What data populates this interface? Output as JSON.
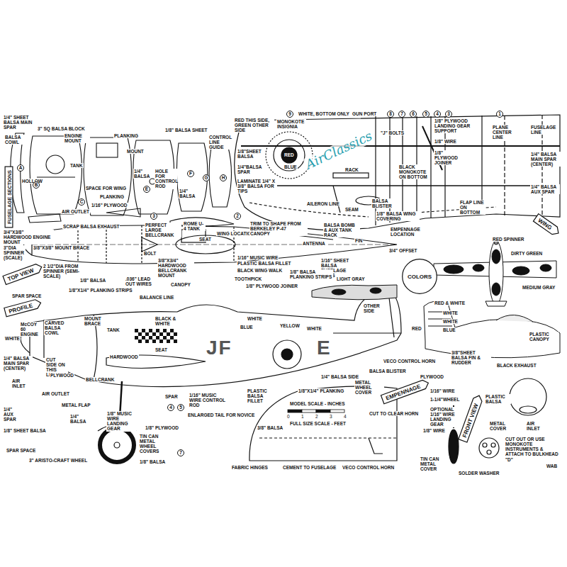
{
  "diagram": {
    "nodes": [
      {
        "text": [
          "FUSELAGE SECTIONS"
        ]
      },
      {
        "text": [
          "WING"
        ]
      },
      {
        "text": [
          "TOP VIEW"
        ]
      },
      {
        "text": [
          "PROFILE"
        ]
      },
      {
        "text": [
          "COLORS"
        ]
      },
      {
        "text": [
          "EMPENNAGE"
        ]
      },
      {
        "text": [
          "FRONT VIEW"
        ]
      }
    ],
    "labels": [
      "1/4\" SHEET BALSA MAIN SPAR",
      "BALSA COWL",
      "3\" SQ BALSA BLOCK",
      "ENGINE MOUNT",
      "PLANKING",
      "MOUNT",
      "1/8\" BALSA SHEET",
      "CONTROL LINE GUIDE",
      "TANK",
      "1/4\" BALSA",
      "HOLE FOR CONTROL ROD",
      "HOLLOW",
      "SPACE FOR WING",
      "PLANKING",
      "1/16\" PLYWOOD",
      "AIR OUTLET",
      "SCRAP BALSA EXHAUST",
      "1/4\" BALSA",
      "WING LOCATION",
      "A",
      "B",
      "C",
      "E",
      "F",
      "G",
      "H",
      "3",
      "2",
      "RED THIS SIDE, GREEN OTHER SIDE",
      "MONOKOTE INSIGNIA",
      "9",
      "WHITE, BOTTOM ONLY",
      "GUN PORT",
      "8",
      "7",
      "6",
      "5",
      "4",
      "3",
      "1",
      "1/8\"SHEET BALSA",
      "RED",
      "BLUE",
      "1/4\"BALSA SPAR",
      "LAMINATE 1/4\" X 3/8\" BALSA FOR TIPS",
      "AILERON LINE",
      "RACK",
      "\"J\" BOLTS",
      "SEAM",
      "BALSA BLISTER",
      "1/8\" PLYWOOD LANDING GEAR SUPPORT",
      "1/8\" WIRE",
      "1/8\" PLYWOOD JOINER",
      "BLACK MONOKOTE ON BOTTOM",
      "PLANE CENTER LINE",
      "FUSELAGE LINE",
      "1/4\" BALSA MAIN SPAR (CENTER)",
      "1/4\" BALSA AUX SPAR",
      "FLAP LINE ON BOTTOM",
      "1/8\" BALSA WING COVERING",
      "3/4\"X3/8\" HARDWOOD ENGINE MOUNT",
      "3/8\"X3/8\" MOUNT BRACE",
      "PERFECT LARGE BELLCRANK",
      "ROME U-4 TANK",
      "SEAT",
      "BOLT",
      "TRIM TO SHAPE FROM BERKELEY P-47 CANOPY",
      "BALSA BOMB & AUX TANK RACK",
      "ANTENNA",
      "FIN",
      "EMPENNAGE LOCATION",
      "3/4\" OFFSET",
      "3\"DIA SPINNER (SCALE)",
      "2 1/2\"DIA FROM SPINNER (SEMI-SCALE)",
      "3/8\"X3/4\" HARDWOOD BELLCRANK MOUNT",
      ".036\" LEAD OUT WIRES",
      "CANOPY",
      "1/16\" MUSIC WIRE",
      "PLASTIC BALSA FILLET",
      "1/16\" SHEET BALSA FUSELAGE SIDES",
      "1/8\" BALSA PLANKING STRIPS",
      "BLACK WING WALK",
      "TOOTHPICK",
      "1/8\" PLYWOOD JOINER",
      "1/8\" BALSA",
      "1/8\"X1/4\" PLANKING STRIPS",
      "BALANCE LINE",
      "SPAR SPACE",
      "McCOY 60 ENGINE",
      "CARVED BALSA COWL",
      "MOUNT BRACE",
      "BLACK & WHITE",
      "TANK",
      "WHITE",
      "WHITE",
      "BLUE",
      "YELLOW",
      "WHITE",
      "JF",
      "E",
      "SEAT",
      "HARDWOOD",
      "1/4\" BALSA MAIN SPAR (CENTER)",
      "CUT SIDE ON THIS LINE",
      "AIR INLET",
      "PLYWOOD",
      "BELLCRANK",
      "AIR OUTLET",
      "1/4\" AUX SPAR",
      "METAL FLAP",
      "1/4\" BALSA",
      "1/8\" MUSIC WIRE LANDING GEAR",
      "SPAR",
      "1/16\" MUSIC WIRE CONTROL ROD",
      "ENLARGED TAIL FOR NOVICE",
      "PLASTIC BALSA FILLET",
      "1/8\"X1/4\" PLANKING",
      "1/4\" BALSA SIDE",
      "1/8\" PLYWOOD",
      "1/8\" SHEET BALSA",
      "TIN CAN METAL WHEEL COVERS",
      "SPAR SPACE",
      "3\" ARISTO-CRAFT WHEEL",
      "1/8\" BALSA",
      "4",
      "5",
      "7",
      "3/8\" BALSA",
      "MODEL SCALE - INCHES",
      "0",
      "1",
      "2",
      "3",
      "4",
      "FULL SIZE SCALE - FEET",
      "CUT TO CLEAR HORN",
      "FABRIC HINGES",
      "CEMENT TO FUSELAGE",
      "VECO CONTROL HORN",
      "METAL WHEEL COVER",
      "BALSA BLISTER",
      "PLYWOOD",
      "VECO CONTROL HORN",
      "1/16\" WIRE",
      "1-1/4\"WHEEL",
      "OPTIONAL 1/16\" WIRE LANDING GEAR",
      "1/8\" WIRE",
      "TIN CAN METAL COVER",
      "SOLDER WASHER",
      "PLASTIC BALSA",
      "METAL COVER",
      "AIR INLET",
      "CUT OUT OR USE MONOKOTE INSTRUMENTS & ATTACH TO BULKHEAD \"D\"",
      "WAB",
      "RED SPINNER",
      "DIRTY GREEN",
      "MEDIUM GRAY",
      "LIGHT GRAY",
      "OTHER SIDE",
      "RED & WHITE",
      "WHITE",
      "RED",
      "WHITE",
      "BLUE",
      "3/8\"SHEET BALSA FIN & RUDDER",
      "PLASTIC CANOPY",
      "BLACK EXHAUST",
      "AirClassics"
    ]
  }
}
